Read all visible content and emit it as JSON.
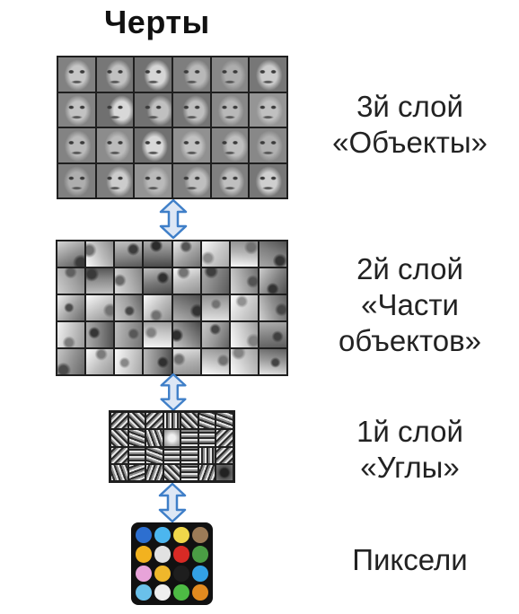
{
  "title": "Черты",
  "layers": [
    {
      "line1": "3й слой",
      "line2": "«Объекты»",
      "line3": ""
    },
    {
      "line1": "2й слой",
      "line2": "«Части",
      "line3": "объектов»"
    },
    {
      "line1": "1й слой",
      "line2": "«Углы»",
      "line3": ""
    },
    {
      "line1": "Пиксели",
      "line2": "",
      "line3": ""
    }
  ],
  "colors": {
    "arrow_fill": "#dde7f5",
    "arrow_stroke": "#3f7fc8"
  },
  "pixel_colors": [
    "#2d6fd0",
    "#4cb6ef",
    "#f0d74a",
    "#9c7b57",
    "#f2b21f",
    "#e2e2e2",
    "#d82a25",
    "#4a9d44",
    "#e8a3d9",
    "#efb72b",
    "#1e1e1e",
    "#33a1e5",
    "#6ac0ea",
    "#efefef",
    "#4dbb44",
    "#e28a1f"
  ]
}
